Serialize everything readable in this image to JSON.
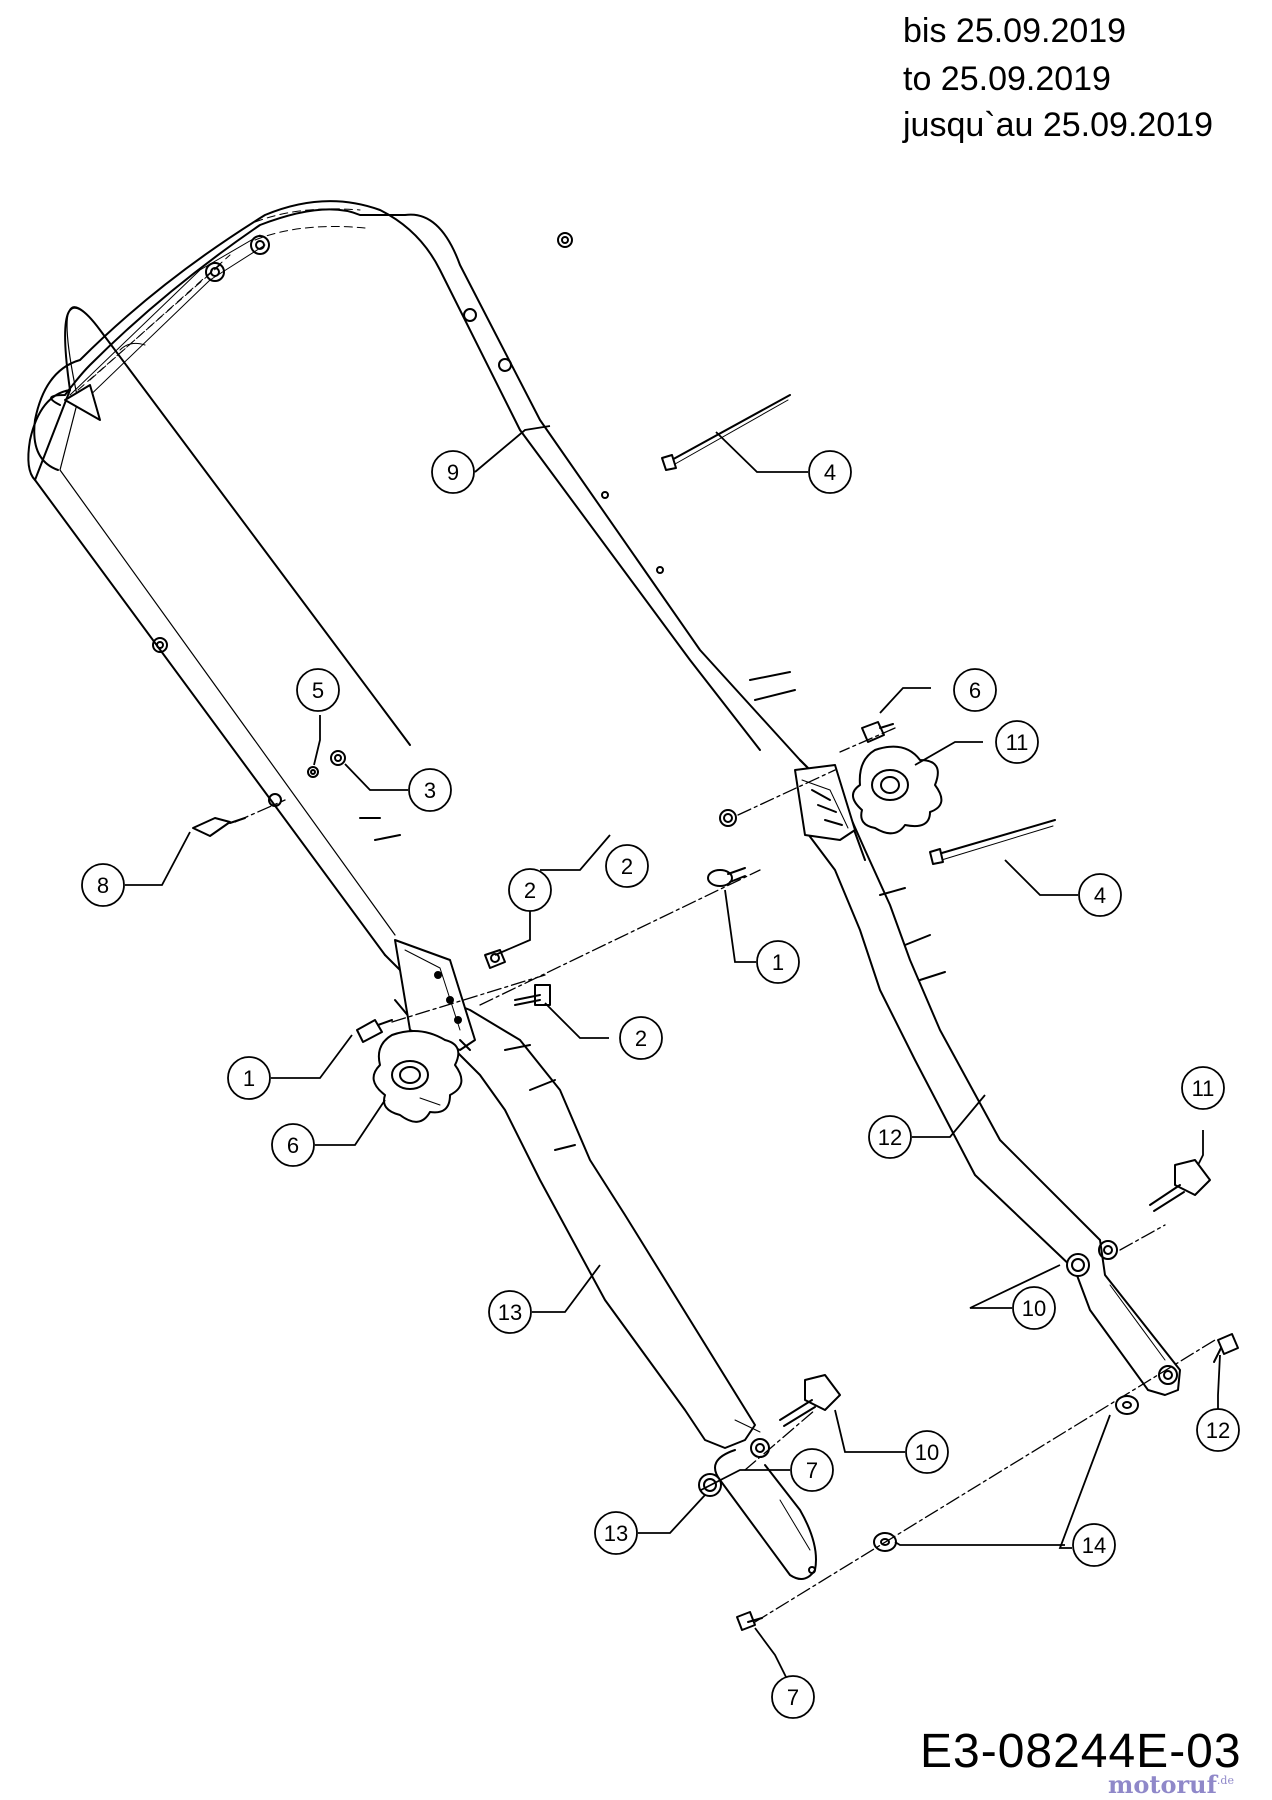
{
  "validity": {
    "de": "bis 25.09.2019",
    "en": "to 25.09.2019",
    "fr": "jusqu`au 25.09.2019"
  },
  "drawing_code": "E3-08244E-03",
  "watermark": {
    "text": "motoruf",
    "suffix": ".de",
    "color": "#8f88c9"
  },
  "callouts": [
    "9",
    "4",
    "5",
    "3",
    "8",
    "2",
    "6",
    "11",
    "2",
    "1",
    "4",
    "2",
    "1",
    "6",
    "11",
    "12",
    "10",
    "13",
    "10",
    "12",
    "7",
    "13",
    "14",
    "7"
  ]
}
